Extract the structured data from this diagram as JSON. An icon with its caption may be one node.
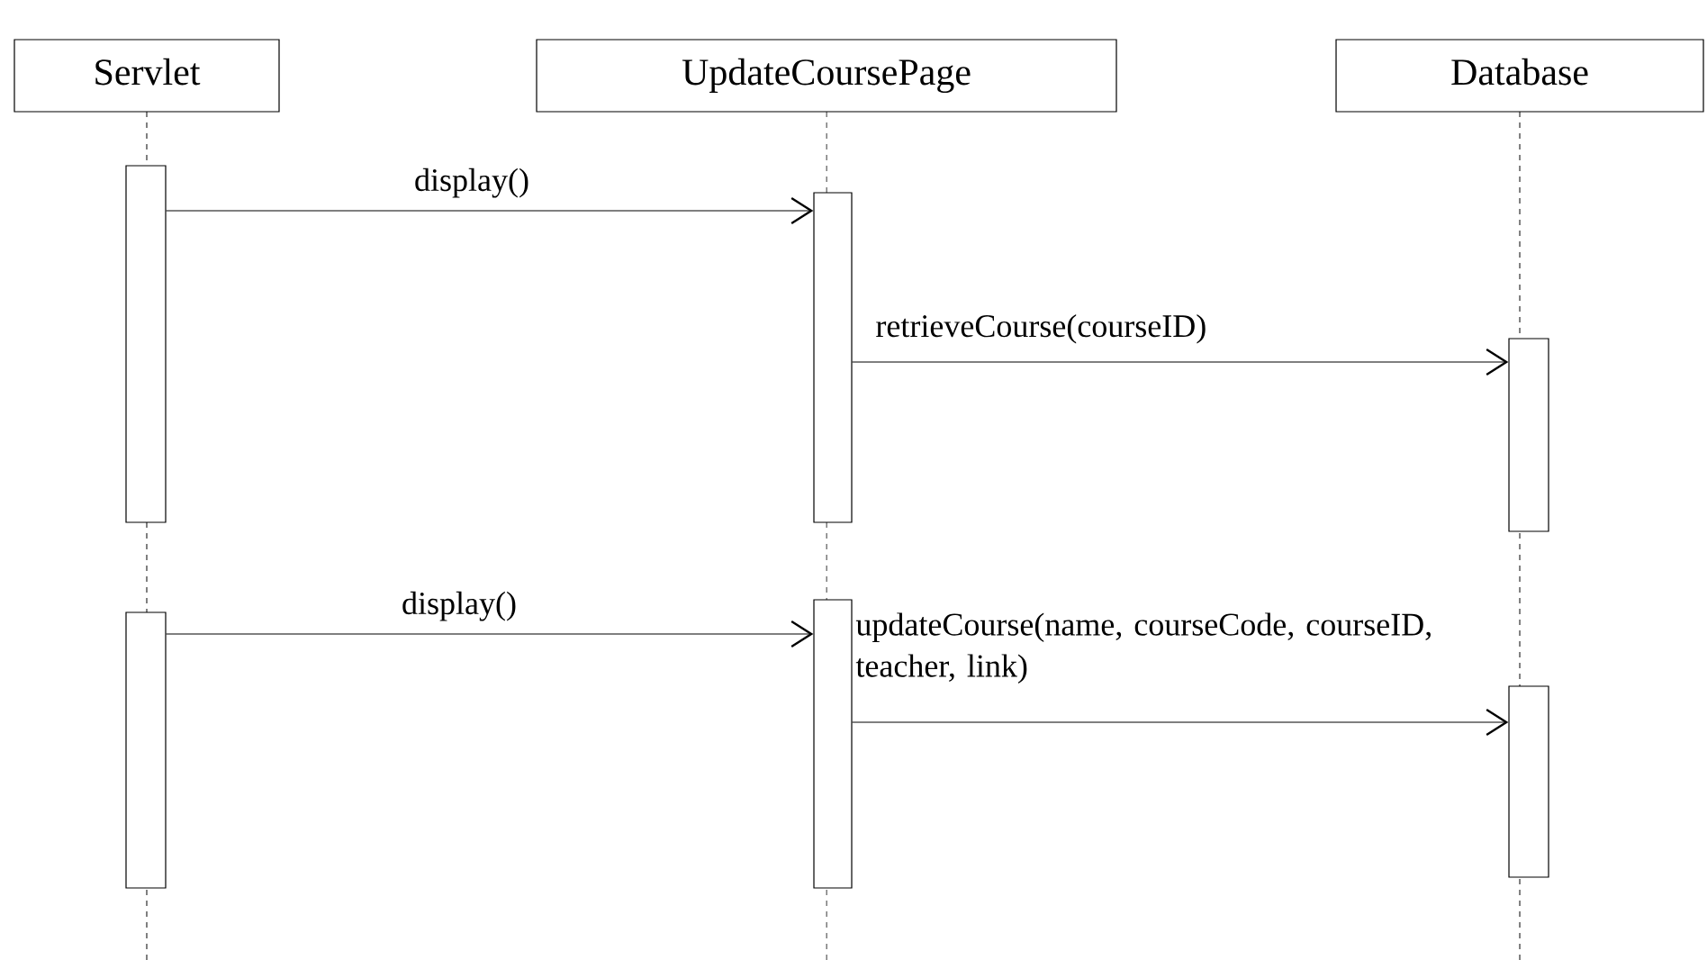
{
  "diagram": {
    "nodes": [
      {
        "text": [
          "Servlet"
        ]
      },
      {
        "text": [
          "UpdateCoursePage"
        ]
      },
      {
        "text": [
          "Database"
        ]
      },
      {
        "text": [],
        "shape": "box"
      },
      {
        "text": [],
        "shape": "box"
      },
      {
        "text": [],
        "shape": "box"
      },
      {
        "text": [],
        "shape": "box"
      },
      {
        "text": [],
        "shape": "box"
      },
      {
        "text": [],
        "shape": "box"
      }
    ],
    "edges": [
      {
        "from": 3,
        "to": 4,
        "arrow": "to",
        "label": "display()"
      },
      {
        "from": 4,
        "to": 5,
        "arrow": "to",
        "label": "retrieveCourse(courseID)"
      },
      {
        "from": 6,
        "to": 7,
        "arrow": "to",
        "label": "display()"
      },
      {
        "from": 7,
        "to": 8,
        "arrow": "to",
        "label": "updateCourse(name, courseCode, courseID, teacher, link)"
      }
    ]
  }
}
